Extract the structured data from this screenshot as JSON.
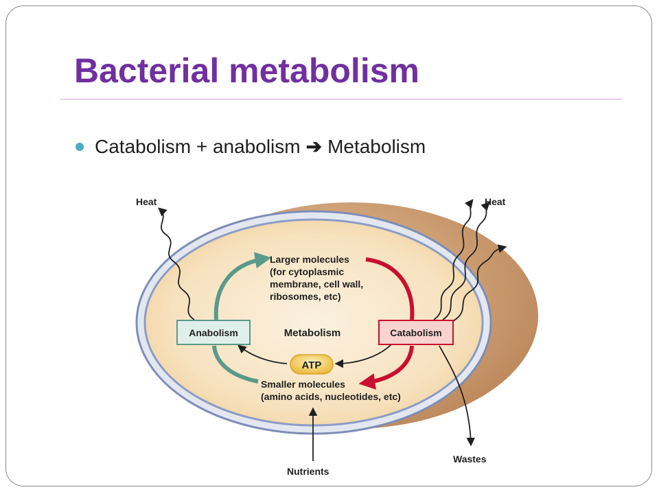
{
  "slide": {
    "title": "Bacterial metabolism",
    "bullet": {
      "left": "Catabolism + anabolism",
      "arrow": "➔",
      "right": "Metabolism"
    }
  },
  "diagram": {
    "center_label": "Metabolism",
    "anabolism_label": "Anabolism",
    "catabolism_label": "Catabolism",
    "atp_label": "ATP",
    "larger_molecules": [
      "Larger molecules",
      "(for cytoplasmic",
      "membrane, cell wall,",
      "ribosomes, etc)"
    ],
    "smaller_molecules": [
      "Smaller molecules",
      "(amino acids, nucleotides, etc)"
    ],
    "heat_left": "Heat",
    "heat_right": "Heat",
    "nutrients": "Nutrients",
    "wastes": "Wastes",
    "colors": {
      "title": "#7030a0",
      "bullet": "#4bacc6",
      "anabolism": "#5a9a8a",
      "catabolism": "#c8102e",
      "atp": "#f2c14e"
    }
  }
}
